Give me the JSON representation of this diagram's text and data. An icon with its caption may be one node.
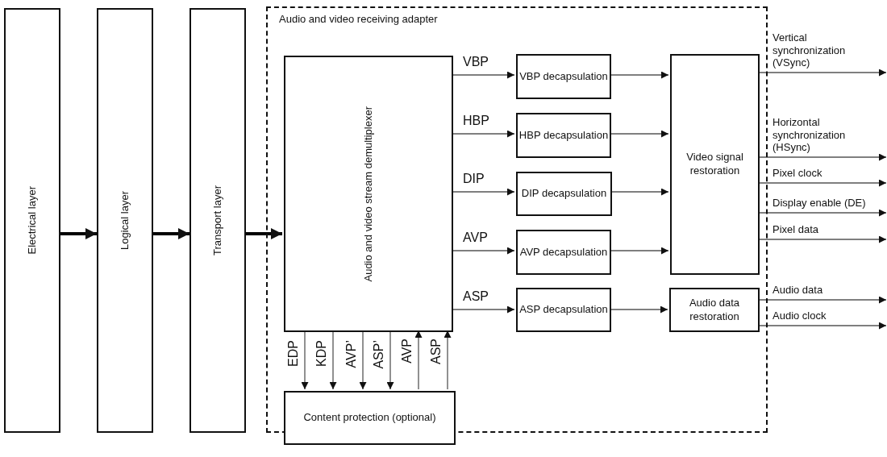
{
  "diagram": {
    "nodes": [
      {
        "text": [
          "Electrical layer"
        ]
      },
      {
        "text": [
          "Logical layer"
        ]
      },
      {
        "text": [
          "Transport layer"
        ]
      },
      {
        "text": [
          "Audio and video receiving adapter"
        ]
      },
      {
        "text": [
          "Audio and video stream demultiplexer"
        ],
        "in": 3
      },
      {
        "text": [
          "VBP decapsulation"
        ],
        "in": 3
      },
      {
        "text": [
          "HBP decapsulation"
        ],
        "in": 3
      },
      {
        "text": [
          "DIP decapsulation"
        ],
        "in": 3
      },
      {
        "text": [
          "AVP decapsulation"
        ],
        "in": 3
      },
      {
        "text": [
          "ASP decapsulation"
        ],
        "in": 3
      },
      {
        "text": [
          "Video signal restoration"
        ],
        "in": 3
      },
      {
        "text": [
          "Audio data restoration"
        ],
        "in": 3
      },
      {
        "text": [
          "Content protection (optional)"
        ],
        "in": 3
      }
    ],
    "edges": [
      {
        "from": 0,
        "to": 1,
        "arrow": "to",
        "style": "thick"
      },
      {
        "from": 1,
        "to": 2,
        "arrow": "to",
        "style": "thick"
      },
      {
        "from": 2,
        "to": 4,
        "arrow": "to",
        "style": "thick"
      },
      {
        "from": 4,
        "to": 5,
        "arrow": "to",
        "label": "VBP"
      },
      {
        "from": 4,
        "to": 6,
        "arrow": "to",
        "label": "HBP"
      },
      {
        "from": 4,
        "to": 7,
        "arrow": "to",
        "label": "DIP"
      },
      {
        "from": 4,
        "to": 8,
        "arrow": "to",
        "label": "AVP"
      },
      {
        "from": 4,
        "to": 9,
        "arrow": "to",
        "label": "ASP"
      },
      {
        "from": 5,
        "to": 10,
        "arrow": "to"
      },
      {
        "from": 6,
        "to": 10,
        "arrow": "to"
      },
      {
        "from": 7,
        "to": 10,
        "arrow": "to"
      },
      {
        "from": 8,
        "to": 10,
        "arrow": "to"
      },
      {
        "from": 9,
        "to": 11,
        "arrow": "to"
      },
      {
        "from": 4,
        "to": 12,
        "arrow": "to",
        "label": "EDP"
      },
      {
        "from": 4,
        "to": 12,
        "arrow": "to",
        "label": "KDP"
      },
      {
        "from": 4,
        "to": 12,
        "arrow": "to",
        "label": "AVP’"
      },
      {
        "from": 4,
        "to": 12,
        "arrow": "to",
        "label": "ASP’"
      },
      {
        "from": 12,
        "to": 4,
        "arrow": "to",
        "label": "AVP"
      },
      {
        "from": 12,
        "to": 4,
        "arrow": "to",
        "label": "ASP"
      },
      {
        "from": 10,
        "to": null,
        "arrow": "to",
        "label": "Vertical synchronization (VSync)"
      },
      {
        "from": 10,
        "to": null,
        "arrow": "to",
        "label": "Horizontal synchronization (HSync)"
      },
      {
        "from": 10,
        "to": null,
        "arrow": "to",
        "label": "Pixel clock"
      },
      {
        "from": 10,
        "to": null,
        "arrow": "to",
        "label": "Display enable (DE)"
      },
      {
        "from": 10,
        "to": null,
        "arrow": "to",
        "label": "Pixel data"
      },
      {
        "from": 11,
        "to": null,
        "arrow": "to",
        "label": "Audio data"
      },
      {
        "from": 11,
        "to": null,
        "arrow": "to",
        "label": "Audio clock"
      }
    ]
  }
}
